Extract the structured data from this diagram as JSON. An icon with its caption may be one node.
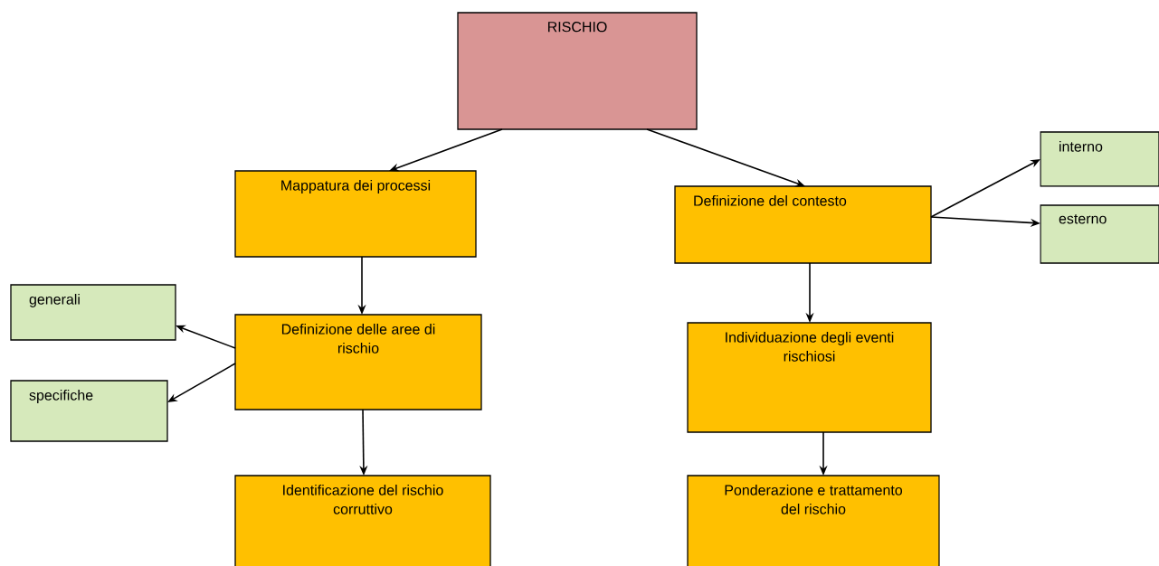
{
  "diagram": {
    "nodes": [
      {
        "text": [
          "RISCHIO"
        ]
      },
      {
        "text": [
          "Mappatura dei processi"
        ]
      },
      {
        "text": [
          "Definizione del contesto"
        ]
      },
      {
        "text": [
          "interno"
        ]
      },
      {
        "text": [
          "esterno"
        ]
      },
      {
        "text": [
          "generali"
        ]
      },
      {
        "text": [
          "Definizione delle aree di rischio"
        ]
      },
      {
        "text": [
          "specifiche"
        ]
      },
      {
        "text": [
          "Individuazione degli eventi rischiosi"
        ]
      },
      {
        "text": [
          "Identificazione del rischio corruttivo"
        ]
      },
      {
        "text": [
          "Ponderazione e trattamento del rischio"
        ]
      }
    ],
    "edges": [
      {
        "from": 0,
        "to": 1,
        "arrow": "to"
      },
      {
        "from": 0,
        "to": 2,
        "arrow": "to"
      },
      {
        "from": 2,
        "to": 3,
        "arrow": "to"
      },
      {
        "from": 2,
        "to": 4,
        "arrow": "to"
      },
      {
        "from": 1,
        "to": 6,
        "arrow": "to"
      },
      {
        "from": 6,
        "to": 5,
        "arrow": "to"
      },
      {
        "from": 6,
        "to": 7,
        "arrow": "to"
      },
      {
        "from": 6,
        "to": 9,
        "arrow": "to"
      },
      {
        "from": 2,
        "to": 8,
        "arrow": "to"
      },
      {
        "from": 8,
        "to": 10,
        "arrow": "to"
      }
    ]
  }
}
